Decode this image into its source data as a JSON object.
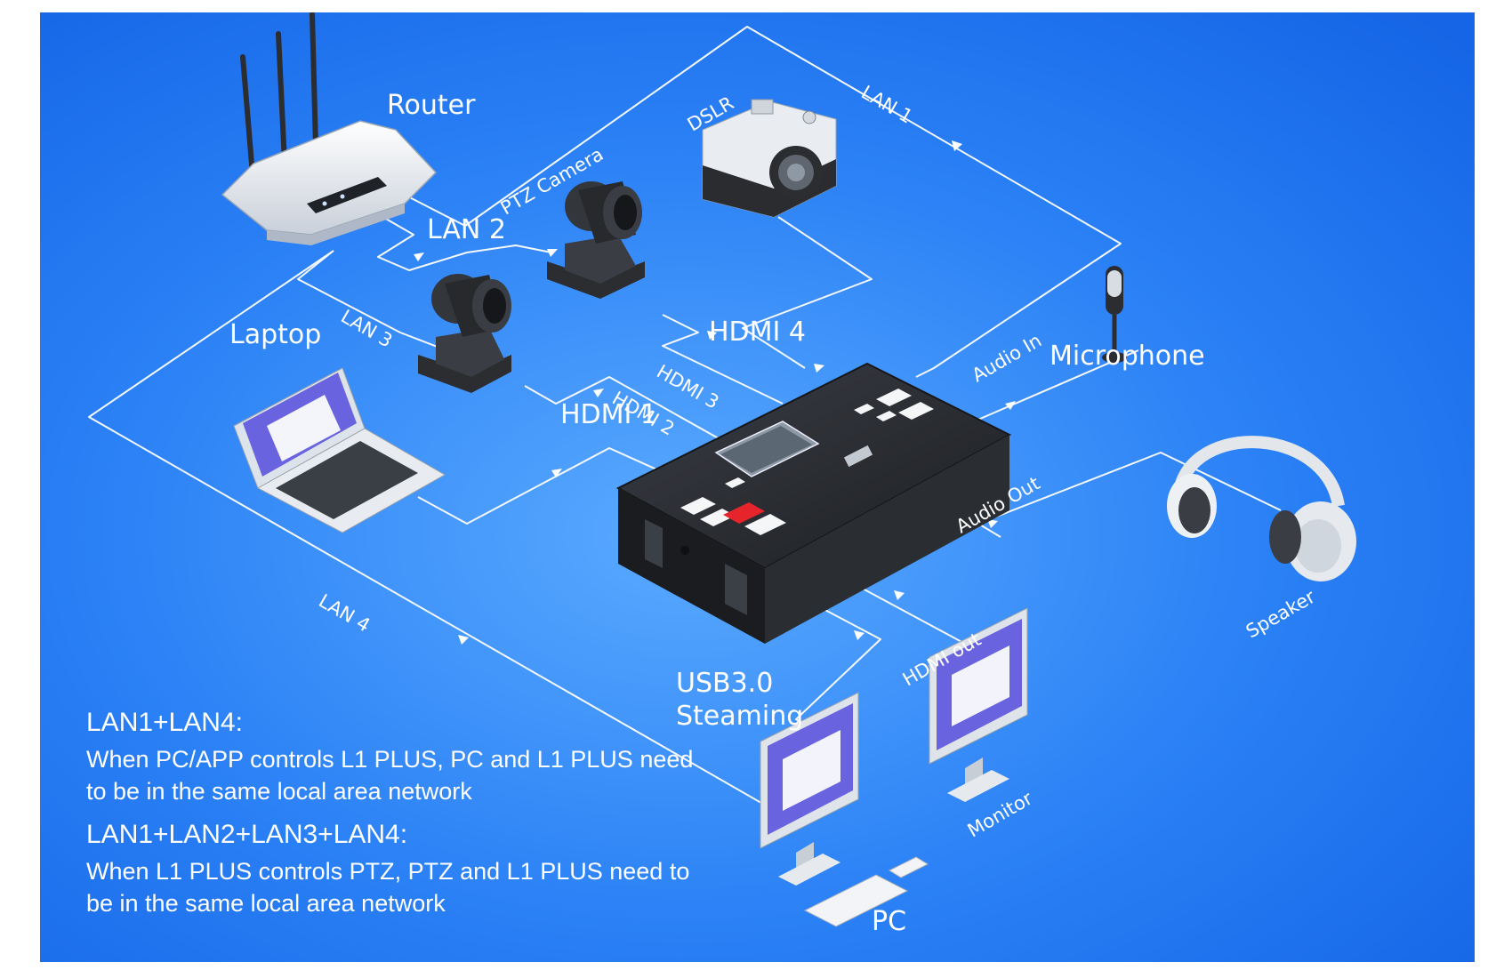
{
  "labels": {
    "router": "Router",
    "dslr": "DSLR",
    "ptz_camera": "PTZ Camera",
    "lan1": "LAN 1",
    "lan2": "LAN 2",
    "lan3": "LAN 3",
    "lan4": "LAN 4",
    "laptop": "Laptop",
    "hdmi1": "HDMI 1",
    "hdmi2": "HDMI 2",
    "hdmi3": "HDMI 3",
    "hdmi4": "HDMI 4",
    "audio_in": "Audio In",
    "microphone": "Microphone",
    "audio_out": "Audio Out",
    "speaker": "Speaker",
    "hdmi_out": "HDMI out",
    "usb_line1": "USB3.0",
    "usb_line2": "Steaming",
    "monitor": "Monitor",
    "pc": "PC"
  },
  "notes": [
    {
      "title": "LAN1+LAN4:",
      "body": "When PC/APP controls L1 PLUS, PC and L1 PLUS need to be in the same local area network"
    },
    {
      "title": "LAN1+LAN2+LAN3+LAN4:",
      "body": "When L1 PLUS controls PTZ, PTZ and L1 PLUS need to be in the same local area network"
    }
  ],
  "colors": {
    "background_light": "#5aaaff",
    "background_dark": "#1565e6",
    "line": "#ffffff",
    "switcher_body": "#222428",
    "red_button": "#e5252b",
    "screen_purple": "#6a63e0"
  }
}
